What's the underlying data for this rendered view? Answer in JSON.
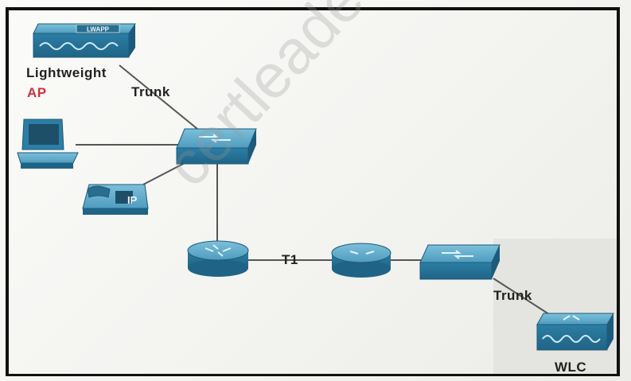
{
  "labels": {
    "lightweight": "Lightweight",
    "ap": "AP",
    "trunk_top": "Trunk",
    "t1": "T1",
    "trunk_bottom": "Trunk",
    "wlc": "WLC",
    "phone_ip": "IP",
    "ap_badge": "LWAPP"
  },
  "watermark": "certleader.com",
  "colors": {
    "device_blue": "#2f7fa6",
    "device_top": "#69b3d1",
    "link": "#555555",
    "ap_red": "#c8333c"
  }
}
